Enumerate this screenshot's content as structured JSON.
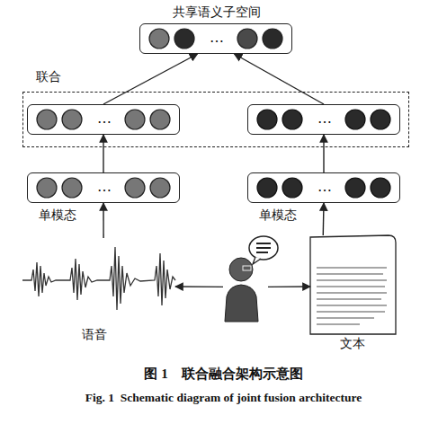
{
  "diagram": {
    "caption": "图 1　联合融合架构示意图",
    "nodes": [
      {
        "text": [
          "共享语义子空间",
          "…"
        ]
      },
      {
        "text": [
          "联合"
        ]
      },
      {
        "text": [
          "…"
        ],
        "in": 1
      },
      {
        "text": [
          "…"
        ],
        "in": 1
      },
      {
        "text": [
          "单模态",
          "…"
        ]
      },
      {
        "text": [
          "单模态",
          "…"
        ]
      },
      {
        "text": [
          "语音"
        ]
      },
      {
        "text": []
      },
      {
        "text": [
          "文本"
        ]
      }
    ],
    "edges": [
      {
        "from": 7,
        "to": 6,
        "arrow": "to"
      },
      {
        "from": 7,
        "to": 8,
        "arrow": "to"
      },
      {
        "from": 6,
        "to": 4,
        "arrow": "to"
      },
      {
        "from": 8,
        "to": 5,
        "arrow": "to"
      },
      {
        "from": 4,
        "to": 2,
        "arrow": "to"
      },
      {
        "from": 5,
        "to": 3,
        "arrow": "to"
      },
      {
        "from": 2,
        "to": 0,
        "arrow": "to"
      },
      {
        "from": 3,
        "to": 0,
        "arrow": "to"
      }
    ],
    "labels": [
      "Fig. 1  Schematic diagram of joint fusion architecture"
    ]
  }
}
